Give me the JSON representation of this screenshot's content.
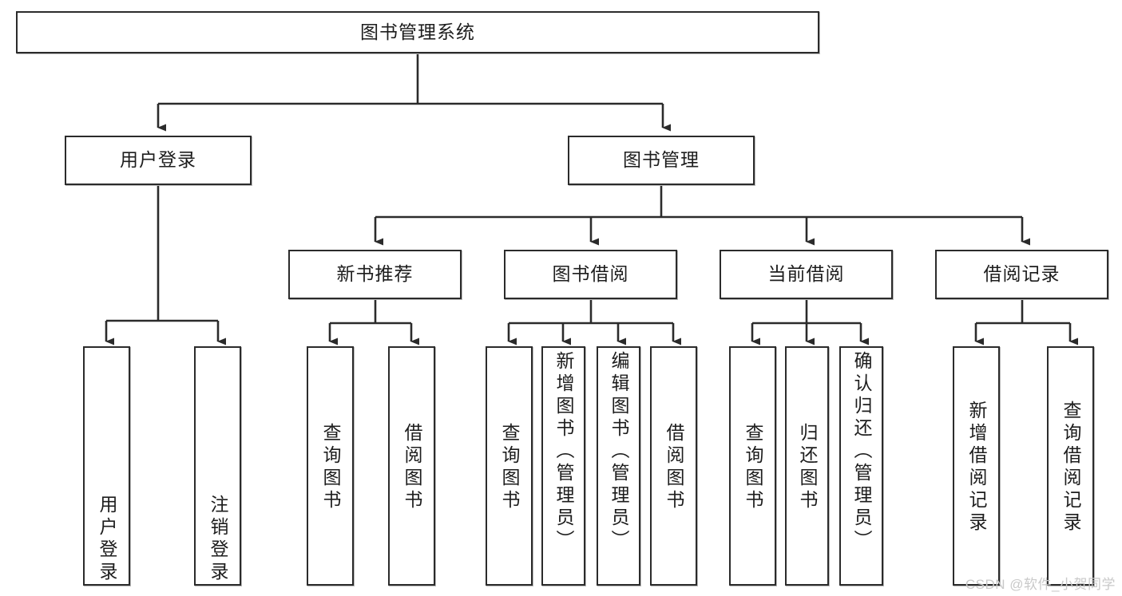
{
  "diagram": {
    "type": "tree-hierarchy",
    "title": "图书管理系统",
    "watermark": "CSDN @软件_小贺同学",
    "colors": {
      "box_border": "#2b2b2b",
      "box_fill": "#ffffff",
      "edge": "#2b2b2b",
      "text": "#1d1d1d",
      "watermark": "#c9c9c9"
    },
    "levels": [
      {
        "level": 1,
        "nodes": [
          "图书管理系统"
        ]
      },
      {
        "level": 2,
        "nodes": [
          "用户登录",
          "图书管理"
        ]
      },
      {
        "level": 3,
        "nodes": [
          "新书推荐",
          "图书借阅",
          "当前借阅",
          "借阅记录"
        ]
      },
      {
        "level": 4,
        "nodes": [
          "用户登录",
          "注销登录",
          "查询图书",
          "借阅图书",
          "查询图书",
          "新增图书（管理员）",
          "编辑图书（管理员）",
          "借阅图书",
          "查询图书",
          "归还图书",
          "确认归还（管理员）",
          "新增借阅记录",
          "查询借阅记录"
        ]
      }
    ],
    "root": {
      "label": "图书管理系统",
      "children": [
        {
          "label": "用户登录",
          "children": [
            {
              "label": "用户登录"
            },
            {
              "label": "注销登录"
            }
          ]
        },
        {
          "label": "图书管理",
          "children": [
            {
              "label": "新书推荐",
              "children": [
                {
                  "label": "查询图书"
                },
                {
                  "label": "借阅图书"
                }
              ]
            },
            {
              "label": "图书借阅",
              "children": [
                {
                  "label": "查询图书"
                },
                {
                  "label": "新增图书（管理员）"
                },
                {
                  "label": "编辑图书（管理员）"
                },
                {
                  "label": "借阅图书"
                }
              ]
            },
            {
              "label": "当前借阅",
              "children": [
                {
                  "label": "查询图书"
                },
                {
                  "label": "归还图书"
                },
                {
                  "label": "确认归还（管理员）"
                }
              ]
            },
            {
              "label": "借阅记录",
              "children": [
                {
                  "label": "新增借阅记录"
                },
                {
                  "label": "查询借阅记录"
                }
              ]
            }
          ]
        }
      ]
    },
    "nodes": {
      "root": "图书管理系统",
      "l2_user_login": "用户登录",
      "l2_book_mgmt": "图书管理",
      "l3_new_book": "新书推荐",
      "l3_borrow": "图书借阅",
      "l3_current": "当前借阅",
      "l3_record": "借阅记录",
      "leaf_user_login": "用户登录",
      "leaf_user_logout": "注销登录",
      "leaf_nb_query": "查询图书",
      "leaf_nb_borrow": "借阅图书",
      "leaf_bb_query": "查询图书",
      "leaf_bb_add": "新增图书（管理员）",
      "leaf_bb_edit": "编辑图书（管理员）",
      "leaf_bb_borrow": "借阅图书",
      "leaf_cb_query": "查询图书",
      "leaf_cb_return": "归还图书",
      "leaf_cb_confirm": "确认归还（管理员）",
      "leaf_rec_add": "新增借阅记录",
      "leaf_rec_query": "查询借阅记录"
    }
  }
}
